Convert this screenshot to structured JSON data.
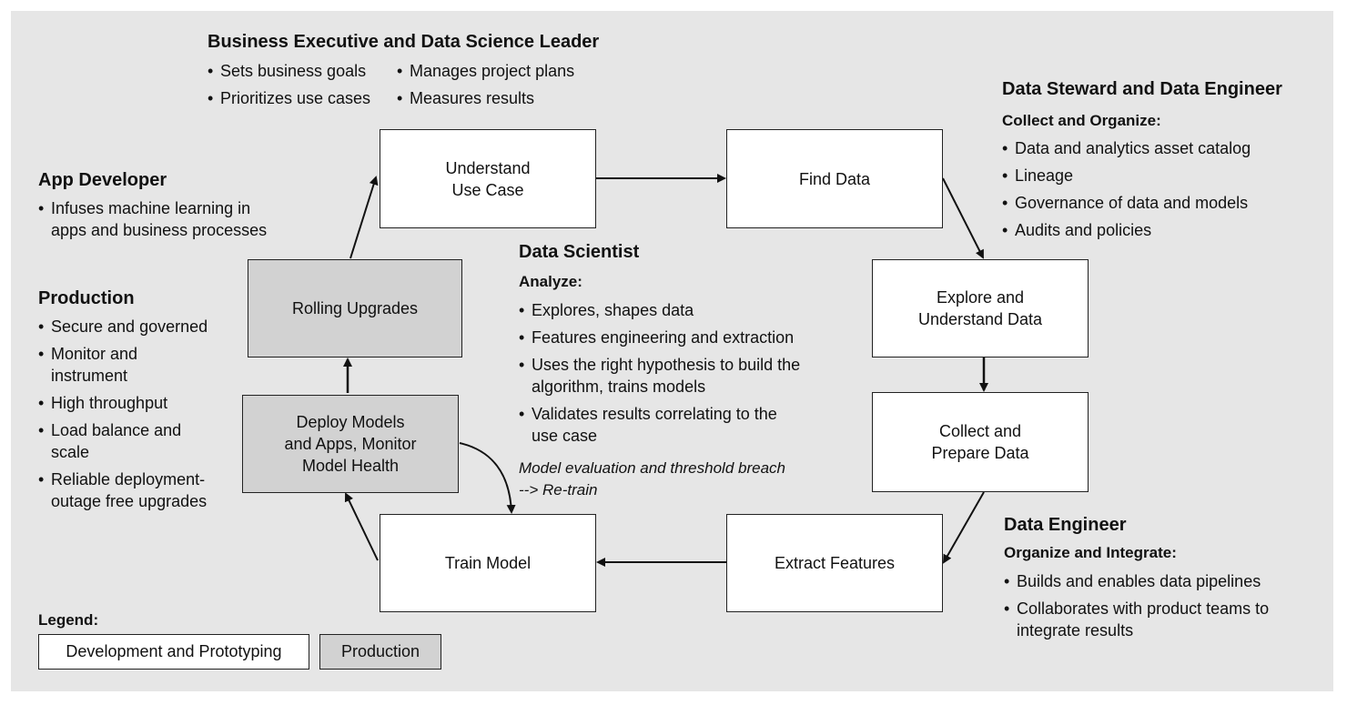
{
  "business": {
    "heading": "Business Executive and Data Science Leader",
    "bullets_left": [
      "Sets business goals",
      "Prioritizes use cases"
    ],
    "bullets_right": [
      "Manages project plans",
      "Measures results"
    ]
  },
  "app_developer": {
    "heading": "App Developer",
    "bullets": [
      "Infuses machine learning in\napps and business processes"
    ]
  },
  "production_section": {
    "heading": "Production",
    "bullets": [
      "Secure and governed",
      "Monitor and\ninstrument",
      "High throughput",
      "Load balance and\nscale",
      "Reliable deployment-\noutage free upgrades"
    ]
  },
  "data_scientist": {
    "heading": "Data Scientist",
    "subheading": "Analyze:",
    "bullets": [
      "Explores, shapes data",
      "Features engineering and extraction",
      "Uses the right hypothesis to build the\nalgorithm, trains models",
      "Validates results correlating to the\nuse case"
    ],
    "note_line1": "Model evaluation and threshold breach",
    "note_line2": "--> Re-train"
  },
  "data_steward": {
    "heading": "Data Steward and Data Engineer",
    "subheading": "Collect and Organize:",
    "bullets": [
      "Data and analytics asset catalog",
      "Lineage",
      "Governance of data and models",
      "Audits and policies"
    ]
  },
  "data_engineer": {
    "heading": "Data Engineer",
    "subheading": "Organize and Integrate:",
    "bullets": [
      "Builds and enables data pipelines",
      "Collaborates with product teams to\nintegrate results"
    ]
  },
  "boxes": {
    "understand": "Understand\nUse Case",
    "find": "Find Data",
    "explore": "Explore and\nUnderstand Data",
    "collect": "Collect and\nPrepare Data",
    "extract": "Extract Features",
    "train": "Train  Model",
    "deploy": "Deploy Models\nand Apps, Monitor\nModel Health",
    "rolling": "Rolling Upgrades"
  },
  "legend": {
    "title": "Legend:",
    "dev": "Development and Prototyping",
    "prod": "Production"
  },
  "colors": {
    "background": "#e6e6e6",
    "development_box": "#ffffff",
    "production_box": "#d2d2d2",
    "stroke": "#111111"
  }
}
